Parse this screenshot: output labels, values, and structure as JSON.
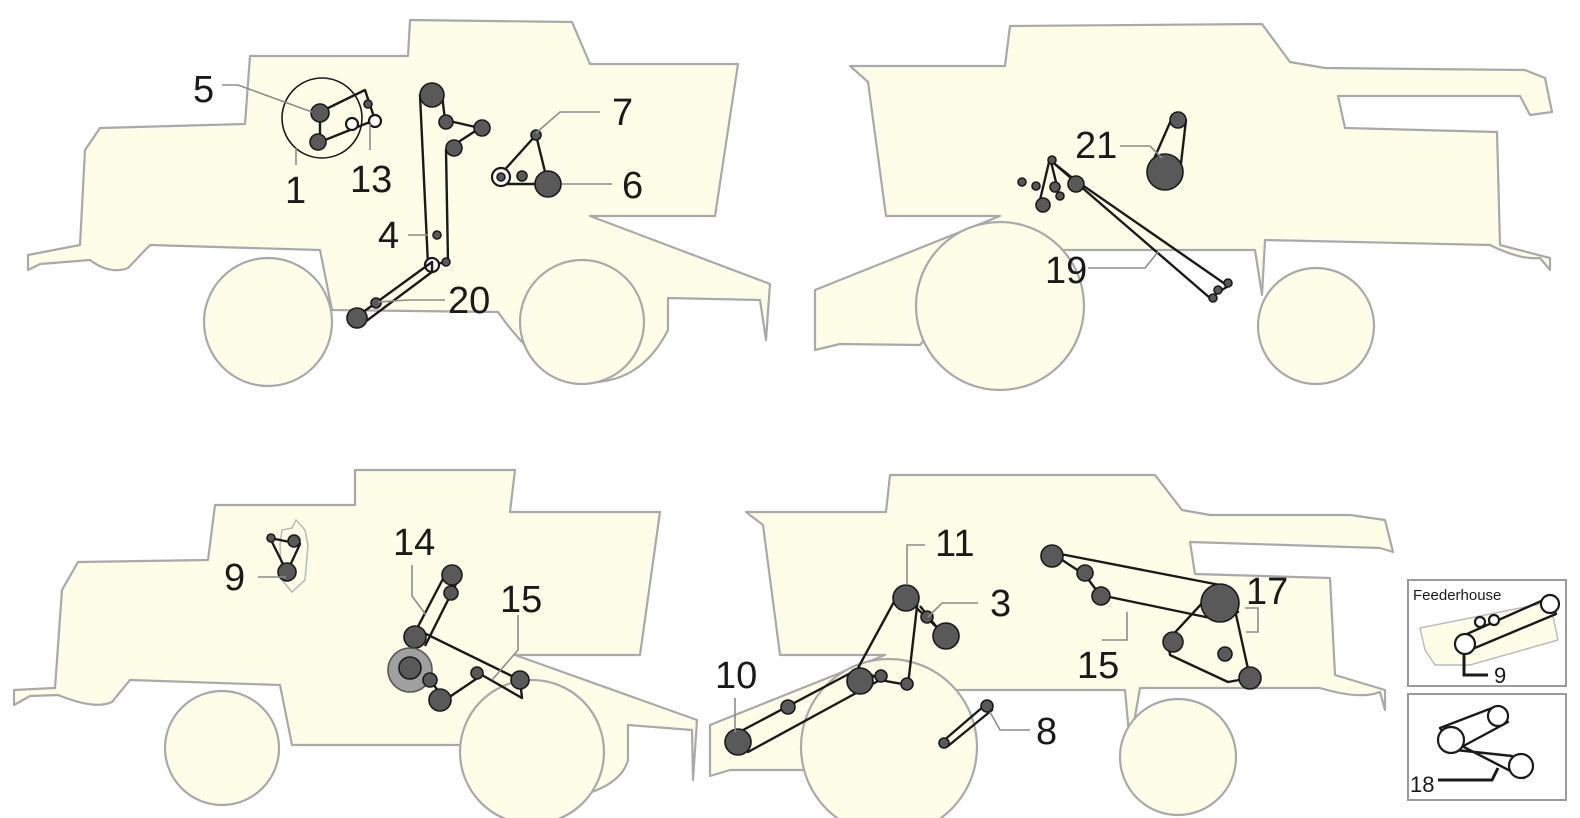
{
  "colors": {
    "body_fill": "#fdfde8",
    "outline": "#a9a9a9",
    "belt": "#1a1a1a",
    "pulley": "#595959",
    "leader": "#8c8c8c",
    "pulley_light": "#a0a0a0"
  },
  "views": {
    "top_left": {
      "callouts": [
        "5",
        "1",
        "13",
        "4",
        "20",
        "7",
        "6"
      ]
    },
    "top_right": {
      "callouts": [
        "21",
        "19"
      ]
    },
    "bottom_left": {
      "callouts": [
        "9",
        "14",
        "15"
      ]
    },
    "bottom_right": {
      "callouts": [
        "11",
        "3",
        "10",
        "8",
        "15",
        "17"
      ]
    }
  },
  "insets": {
    "feederhouse": {
      "title": "Feederhouse",
      "callout": "9"
    },
    "lower": {
      "callout": "18"
    }
  }
}
